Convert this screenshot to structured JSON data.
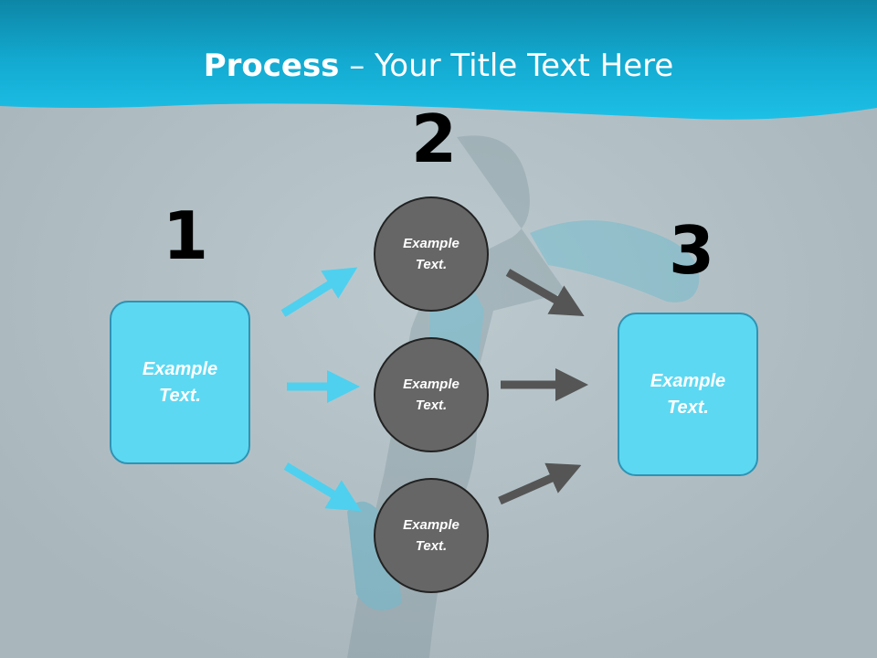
{
  "title": {
    "bold": "Process",
    "rest": " – Your Title Text Here"
  },
  "steps": {
    "one": "1",
    "two": "2",
    "three": "3"
  },
  "left_box": {
    "text": "Example Text."
  },
  "circles": [
    {
      "text": "Example Text."
    },
    {
      "text": "Example Text."
    },
    {
      "text": "Example Text."
    }
  ],
  "right_box": {
    "text": "Example Text."
  },
  "colors": {
    "accent": "#5dd8f2",
    "header": "#1ab8de",
    "circle": "#666666",
    "dark_arrow": "#555555"
  }
}
